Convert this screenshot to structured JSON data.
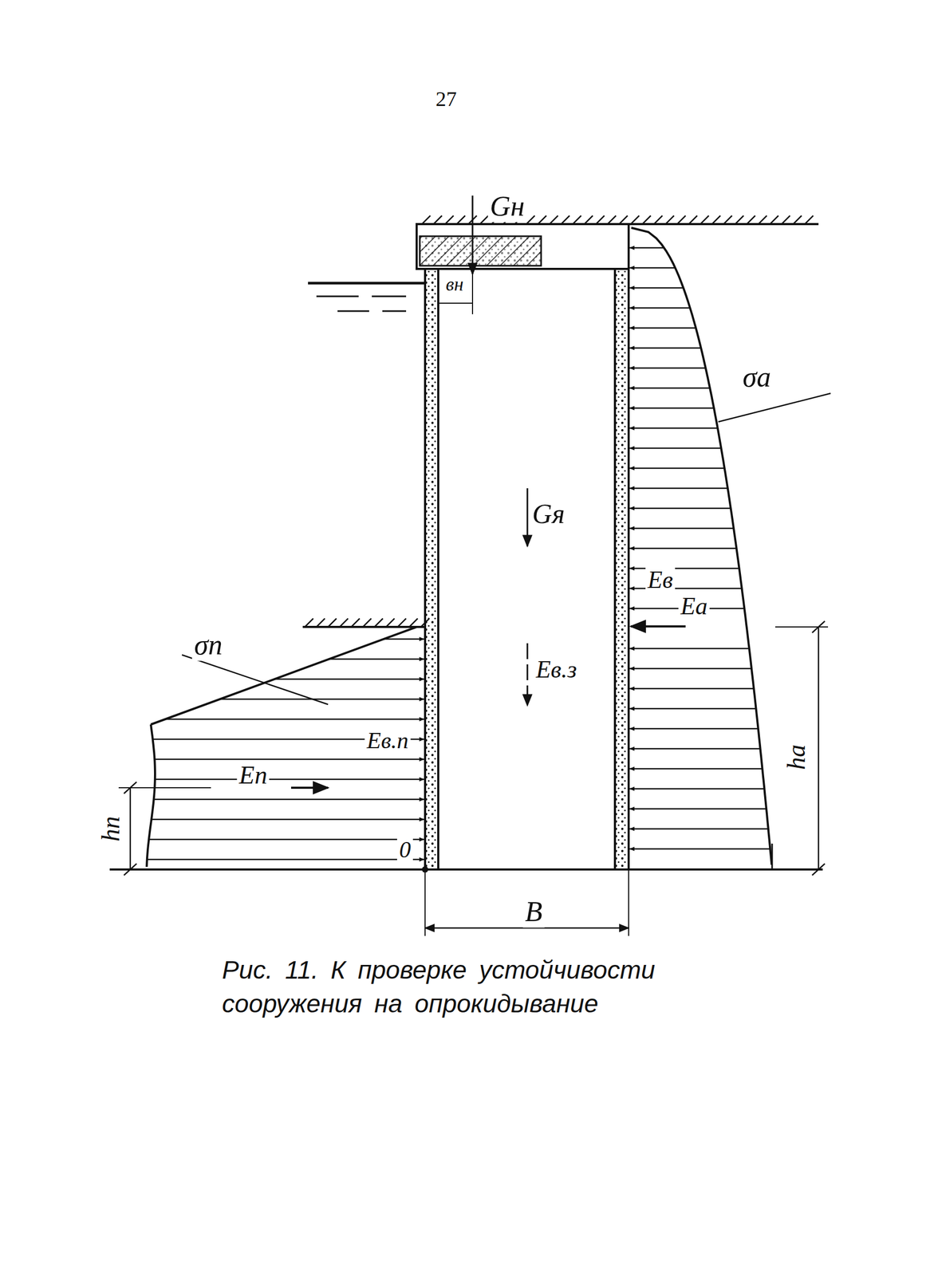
{
  "diagram": {
    "caption": "Рис. 11. К проверке устойчивости сооружения на опрокидывание",
    "labels": [
      "27",
      "Gн",
      "вн",
      "σa",
      "Gя",
      "Eв",
      "Ea",
      "Eв.з",
      "σп",
      "Eв.п",
      "Eп",
      "hп",
      "hа",
      "0",
      "B"
    ]
  }
}
